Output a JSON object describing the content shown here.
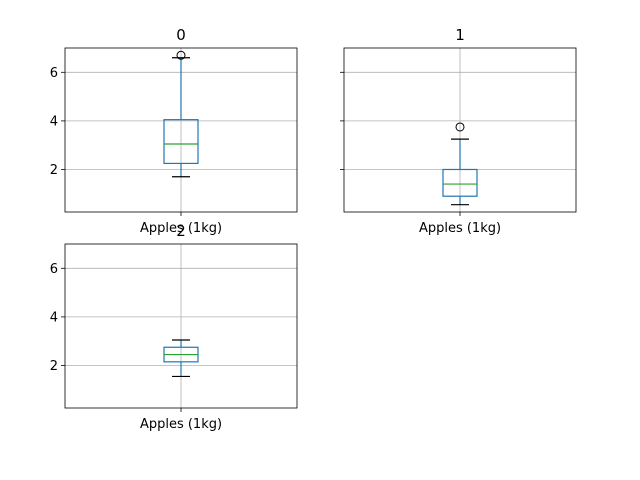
{
  "colors": {
    "box": "#1f77b4",
    "median": "#2ca02c",
    "grid": "#b0b0b0",
    "whisker": "#000000",
    "flier": "#000000",
    "axes": "#000000",
    "background": "#ffffff"
  },
  "chart_data": [
    {
      "type": "box",
      "title": "0",
      "categories": [
        "Apples (1kg)"
      ],
      "box": {
        "whisker_low": 1.7,
        "q1": 2.25,
        "median": 3.05,
        "q3": 4.05,
        "whisker_high": 6.6,
        "fliers": [
          6.7
        ]
      },
      "ylim": [
        0.25,
        7.0
      ],
      "yticks": [
        2,
        4,
        6
      ],
      "show_ytick_labels": true,
      "grid": true
    },
    {
      "type": "box",
      "title": "1",
      "categories": [
        "Apples (1kg)"
      ],
      "box": {
        "whisker_low": 0.55,
        "q1": 0.9,
        "median": 1.4,
        "q3": 2.0,
        "whisker_high": 3.25,
        "fliers": [
          3.75
        ]
      },
      "ylim": [
        0.25,
        7.0
      ],
      "yticks": [
        2,
        4,
        6
      ],
      "show_ytick_labels": false,
      "grid": true
    },
    {
      "type": "box",
      "title": "2",
      "categories": [
        "Apples (1kg)"
      ],
      "box": {
        "whisker_low": 1.55,
        "q1": 2.15,
        "median": 2.45,
        "q3": 2.75,
        "whisker_high": 3.05,
        "fliers": []
      },
      "ylim": [
        0.25,
        7.0
      ],
      "yticks": [
        2,
        4,
        6
      ],
      "show_ytick_labels": true,
      "grid": true
    }
  ]
}
